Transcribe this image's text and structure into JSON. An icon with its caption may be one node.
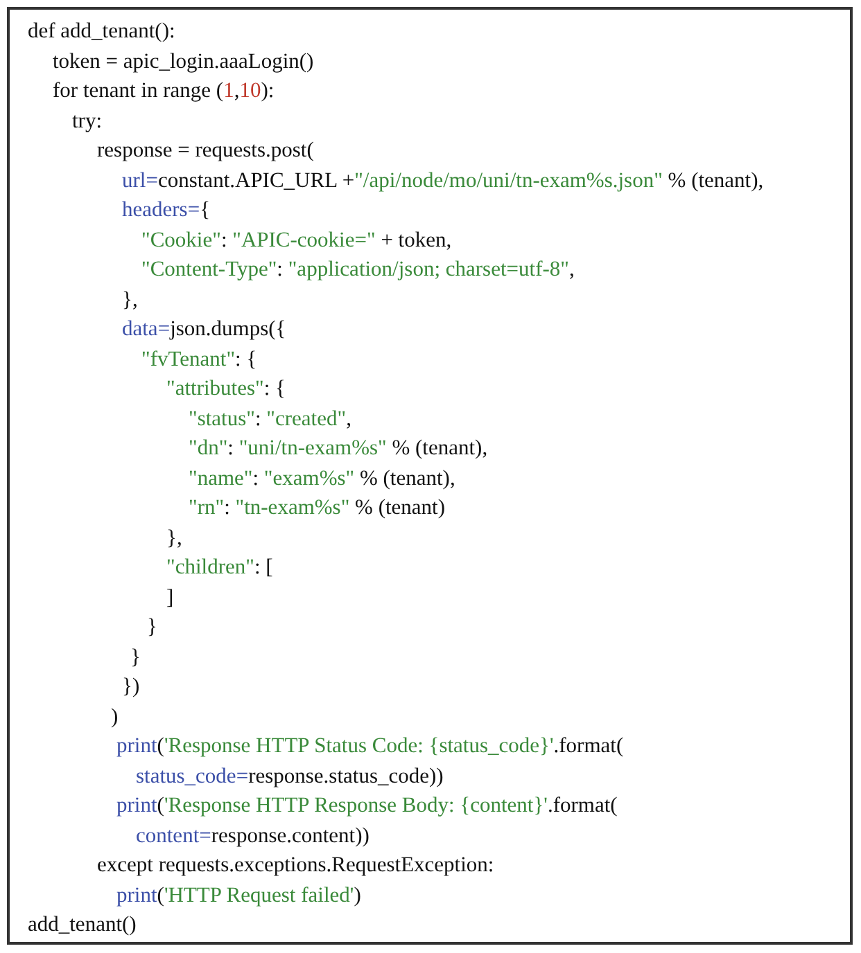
{
  "diagram": {
    "labels": [
      "def add_tenant():",
      "token = apic_login.aaaLogin()",
      "for tenant in range (1,10):",
      "try:",
      "response = requests.post(",
      "url=constant.APIC_URL +\"/api/node/mo/uni/tn-exam%s.json\" % (tenant),",
      "headers={",
      "\"Cookie\": \"APIC-cookie=\" + token,",
      "\"Content-Type\": \"application/json; charset=utf-8\",",
      "},",
      "data=json.dumps({",
      "\"fvTenant\": {",
      "\"attributes\": {",
      "\"status\": \"created\",",
      "\"dn\": \"uni/tn-exam%s\" % (tenant),",
      "\"name\": \"exam%s\" % (tenant),",
      "\"rn\": \"tn-exam%s\" % (tenant)",
      "},",
      "\"children\": [",
      "]",
      "}",
      "}",
      "})",
      ")",
      "print('Response HTTP Status Code: {status_code}'.format(",
      "status_code=response.status_code))",
      "print('Response HTTP Response Body: {content}'.format(",
      "content=response.content))",
      "except requests.exceptions.RequestException:",
      "print('HTTP Request failed')",
      "add_tenant()"
    ]
  }
}
